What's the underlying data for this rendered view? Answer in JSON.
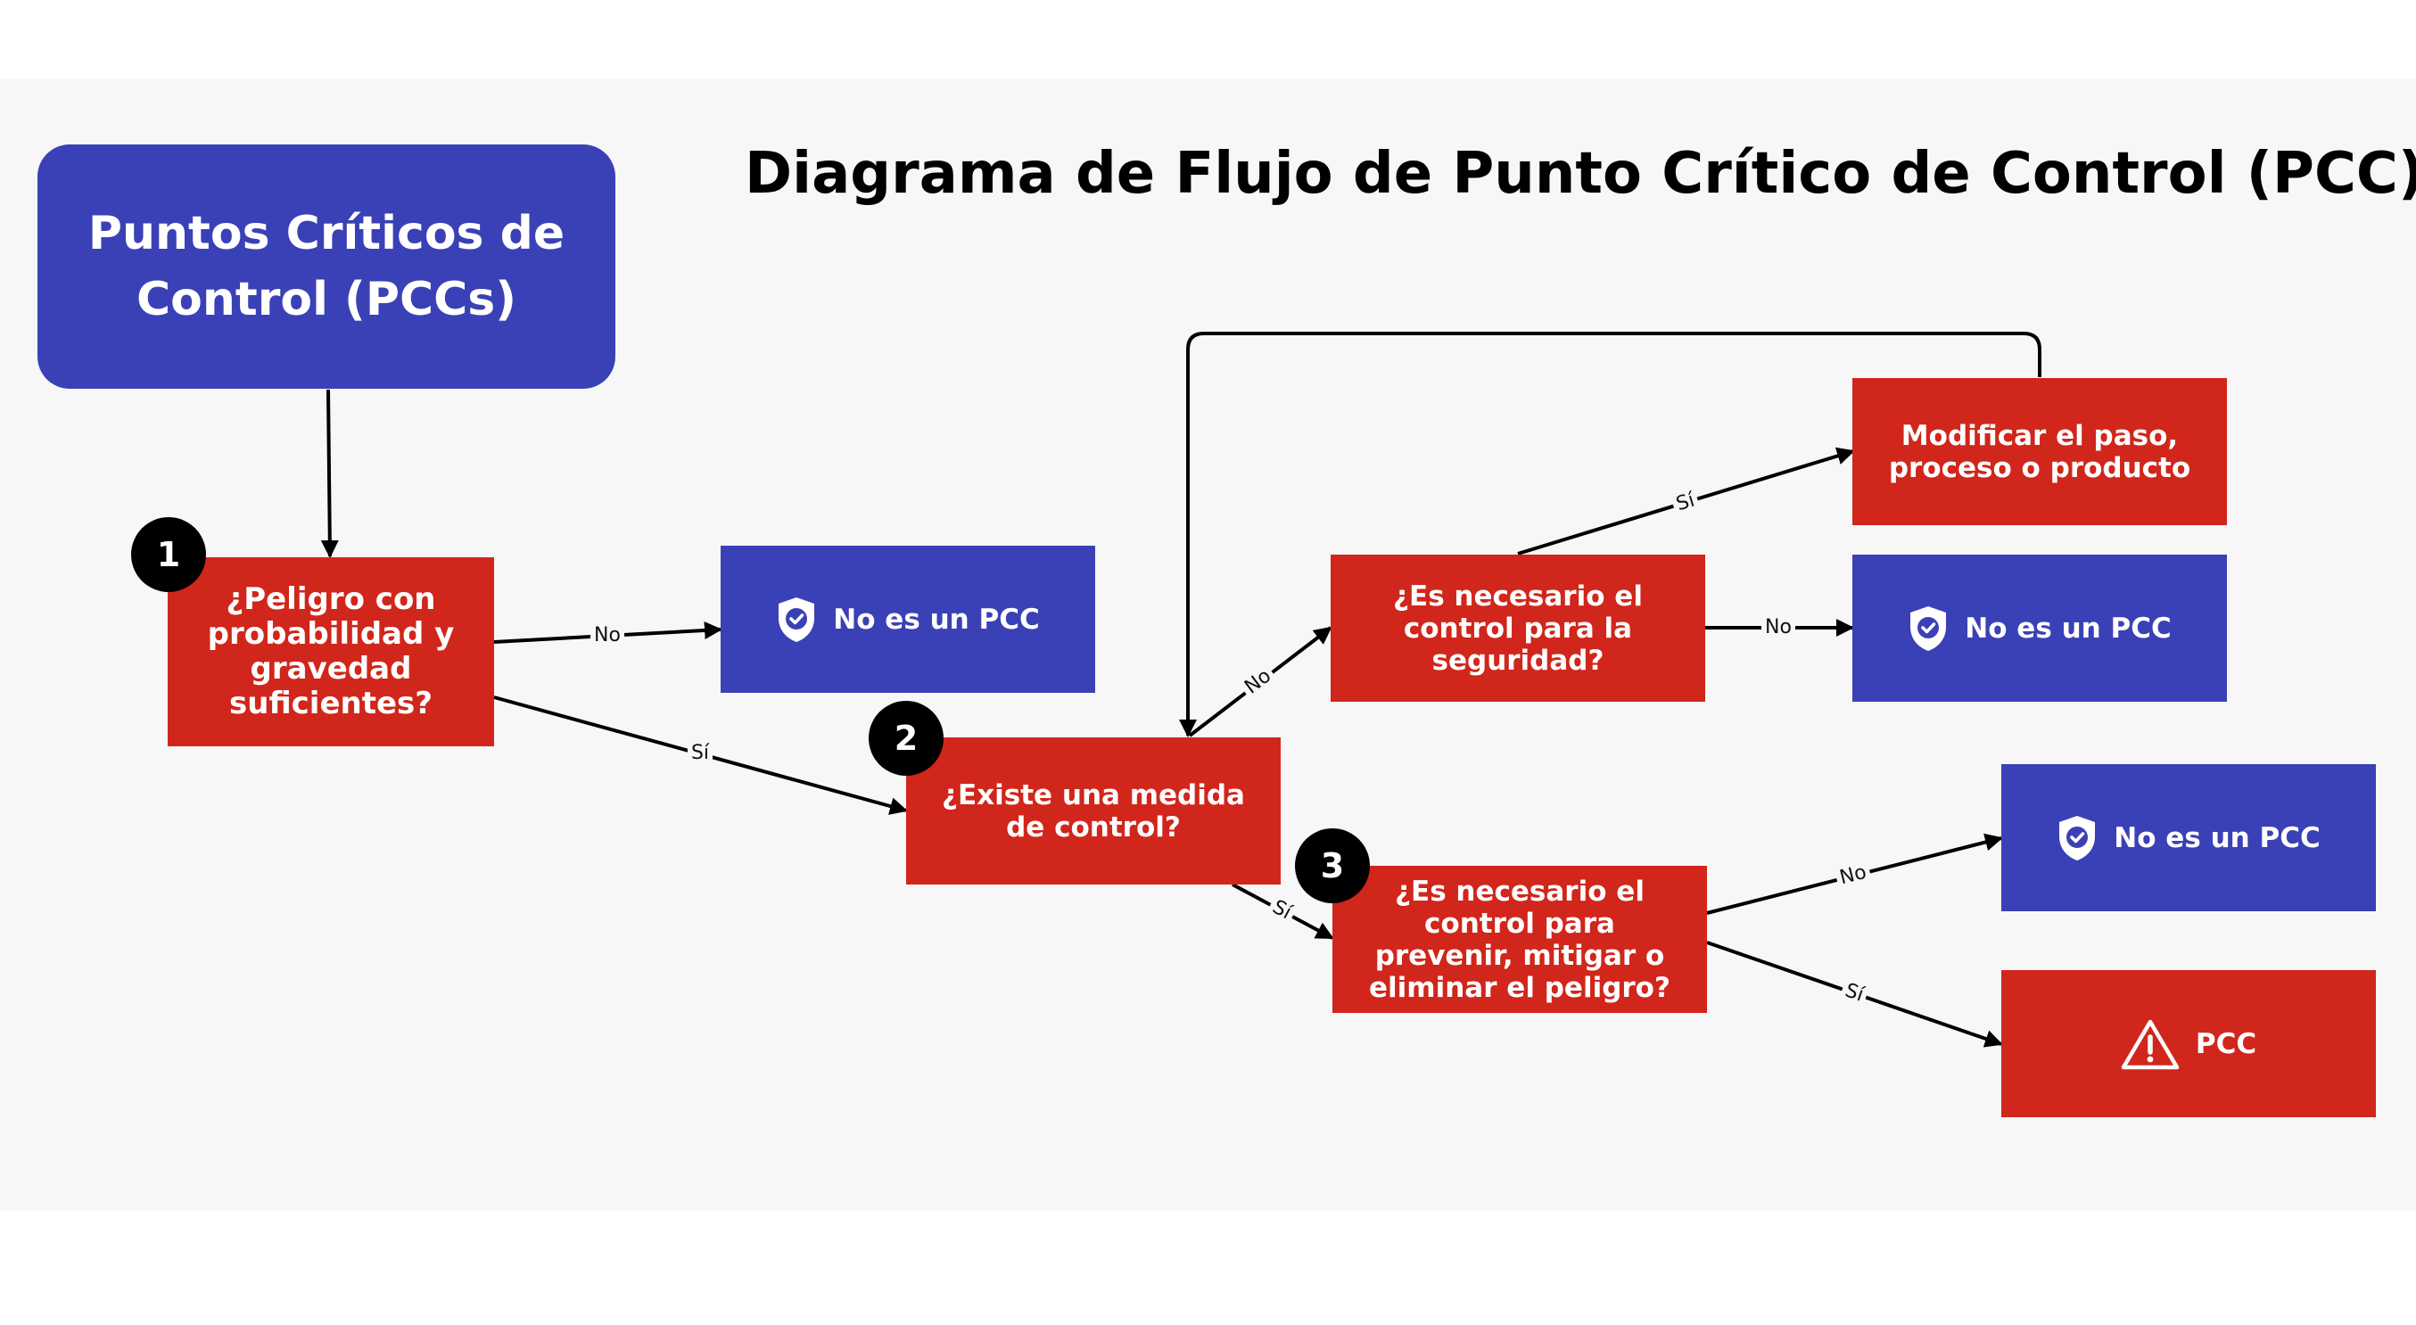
{
  "diagram": {
    "title": "Diagrama de Flujo de Punto Crítico de Control (PCC)",
    "header": "Puntos Críticos de Control (PCCs)",
    "nodes": {
      "q1": {
        "number": "1",
        "text": "¿Peligro con probabilidad y gravedad suficientes?"
      },
      "q2": {
        "number": "2",
        "text": "¿Existe una medida de control?"
      },
      "q3": {
        "number": "3",
        "text": "¿Es necesario el control para prevenir, mitigar o eliminar el peligro?"
      },
      "q_safety": {
        "text": "¿Es necesario el control para la seguridad?"
      },
      "modify": {
        "text": "Modificar el paso, proceso o producto"
      },
      "not_pcc_1": {
        "text": "No es un PCC",
        "icon": "shield-check-icon"
      },
      "not_pcc_2": {
        "text": "No es un PCC",
        "icon": "shield-check-icon"
      },
      "not_pcc_3": {
        "text": "No es un PCC",
        "icon": "shield-check-icon"
      },
      "pcc": {
        "text": "PCC",
        "icon": "warning-triangle-icon"
      }
    },
    "edges": [
      {
        "id": "header-to-q1",
        "from": "header",
        "to": "q1",
        "label": ""
      },
      {
        "id": "q1-no",
        "from": "q1",
        "to": "not_pcc_1",
        "label": "No"
      },
      {
        "id": "q1-yes",
        "from": "q1",
        "to": "q2",
        "label": "Sí"
      },
      {
        "id": "q2-no",
        "from": "q2",
        "to": "q_safety",
        "label": "No"
      },
      {
        "id": "q2-yes",
        "from": "q2",
        "to": "q3",
        "label": "Sí"
      },
      {
        "id": "safety-yes",
        "from": "q_safety",
        "to": "modify",
        "label": "Sí"
      },
      {
        "id": "safety-no",
        "from": "q_safety",
        "to": "not_pcc_2",
        "label": "No"
      },
      {
        "id": "modify-loop",
        "from": "modify",
        "to": "q2",
        "label": ""
      },
      {
        "id": "q3-no",
        "from": "q3",
        "to": "not_pcc_3",
        "label": "No"
      },
      {
        "id": "q3-yes",
        "from": "q3",
        "to": "pcc",
        "label": "Sí"
      }
    ],
    "colors": {
      "red": "#d1261b",
      "blue": "#3a41b6",
      "badge": "#000000",
      "line": "#000000",
      "background": "#f7f7f7"
    }
  }
}
